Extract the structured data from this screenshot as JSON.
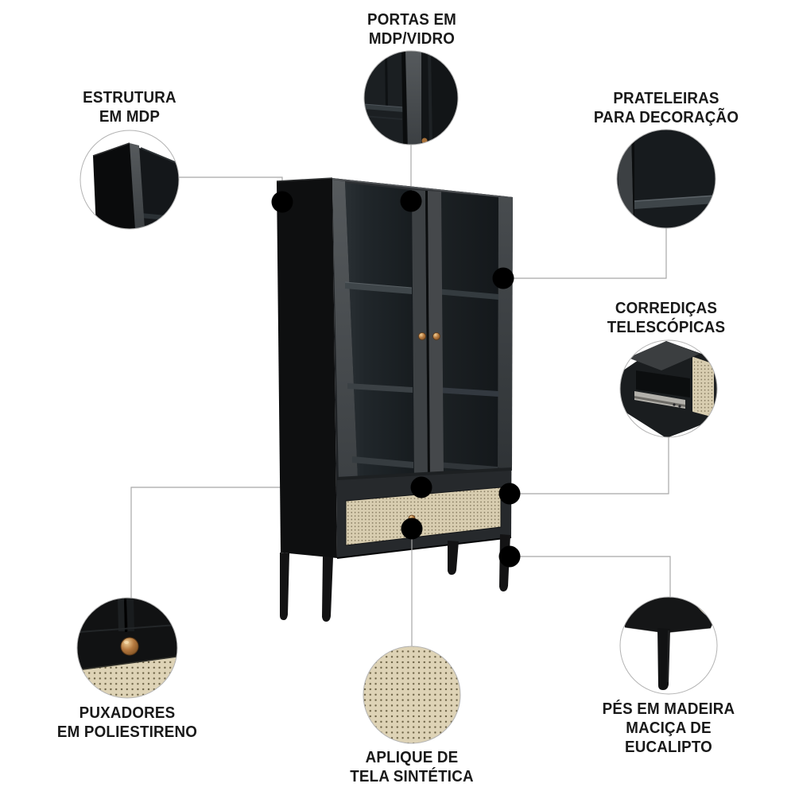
{
  "colors": {
    "background": "#ffffff",
    "text": "#1a1a1a",
    "callout_line": "#a8a8a8",
    "dot": "#000000",
    "cabinet_black": "#17191b",
    "rattan_beige": "#d9ceb2",
    "knob_bronze": "#b5793f"
  },
  "callouts": {
    "portas": {
      "line1": "PORTAS EM",
      "line2": "MDP/VIDRO"
    },
    "estrutura": {
      "line1": "ESTRUTURA",
      "line2": "EM MDP"
    },
    "prateleiras": {
      "line1": "PRATELEIRAS",
      "line2": "PARA DECORAÇÃO"
    },
    "corredicas": {
      "line1": "CORREDIÇAS",
      "line2": "TELESCÓPICAS"
    },
    "puxadores": {
      "line1": "PUXADORES",
      "line2": "EM POLIESTIRENO"
    },
    "aplique": {
      "line1": "APLIQUE DE",
      "line2": "TELA SINTÉTICA"
    },
    "pes": {
      "line1": "PÉS EM MADEIRA",
      "line2": "MACIÇA DE",
      "line3": "EUCALIPTO"
    }
  }
}
